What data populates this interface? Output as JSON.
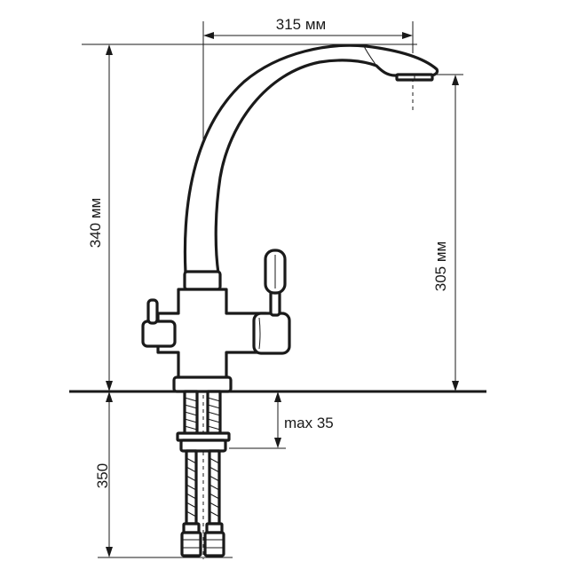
{
  "dimensions": {
    "spout_reach": "315 мм",
    "total_height": "340 мм",
    "outlet_height": "305 мм",
    "max_countertop": "max 35",
    "hose_length": "350"
  },
  "colors": {
    "line": "#1a1a1a",
    "background": "#ffffff"
  }
}
